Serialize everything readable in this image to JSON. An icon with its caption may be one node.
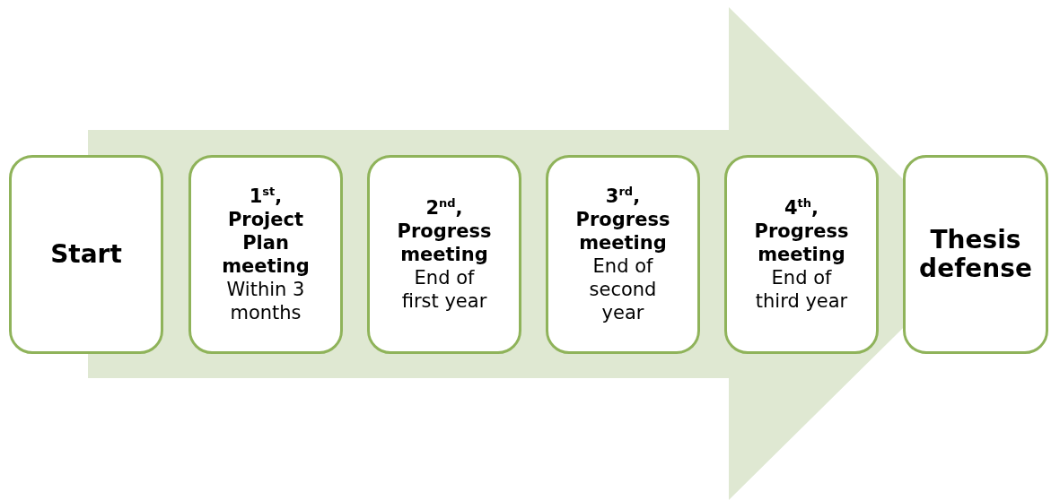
{
  "diagram": {
    "nodes": [
      {
        "text": [
          "Start"
        ]
      },
      {
        "text": [
          "1$^{st}$, Project Plan meeting",
          "Within 3 months"
        ]
      },
      {
        "text": [
          "2$^{nd}$, Progress meeting",
          "End of first year"
        ]
      },
      {
        "text": [
          "3$^{rd}$, Progress meeting",
          "End of second year"
        ]
      },
      {
        "text": [
          "4$^{th}$, Progress meeting",
          "End of third year"
        ]
      },
      {
        "text": [
          "Thesis defense"
        ]
      }
    ],
    "edges": [
      {
        "from": 0,
        "to": 5,
        "arrow": "to"
      }
    ]
  }
}
